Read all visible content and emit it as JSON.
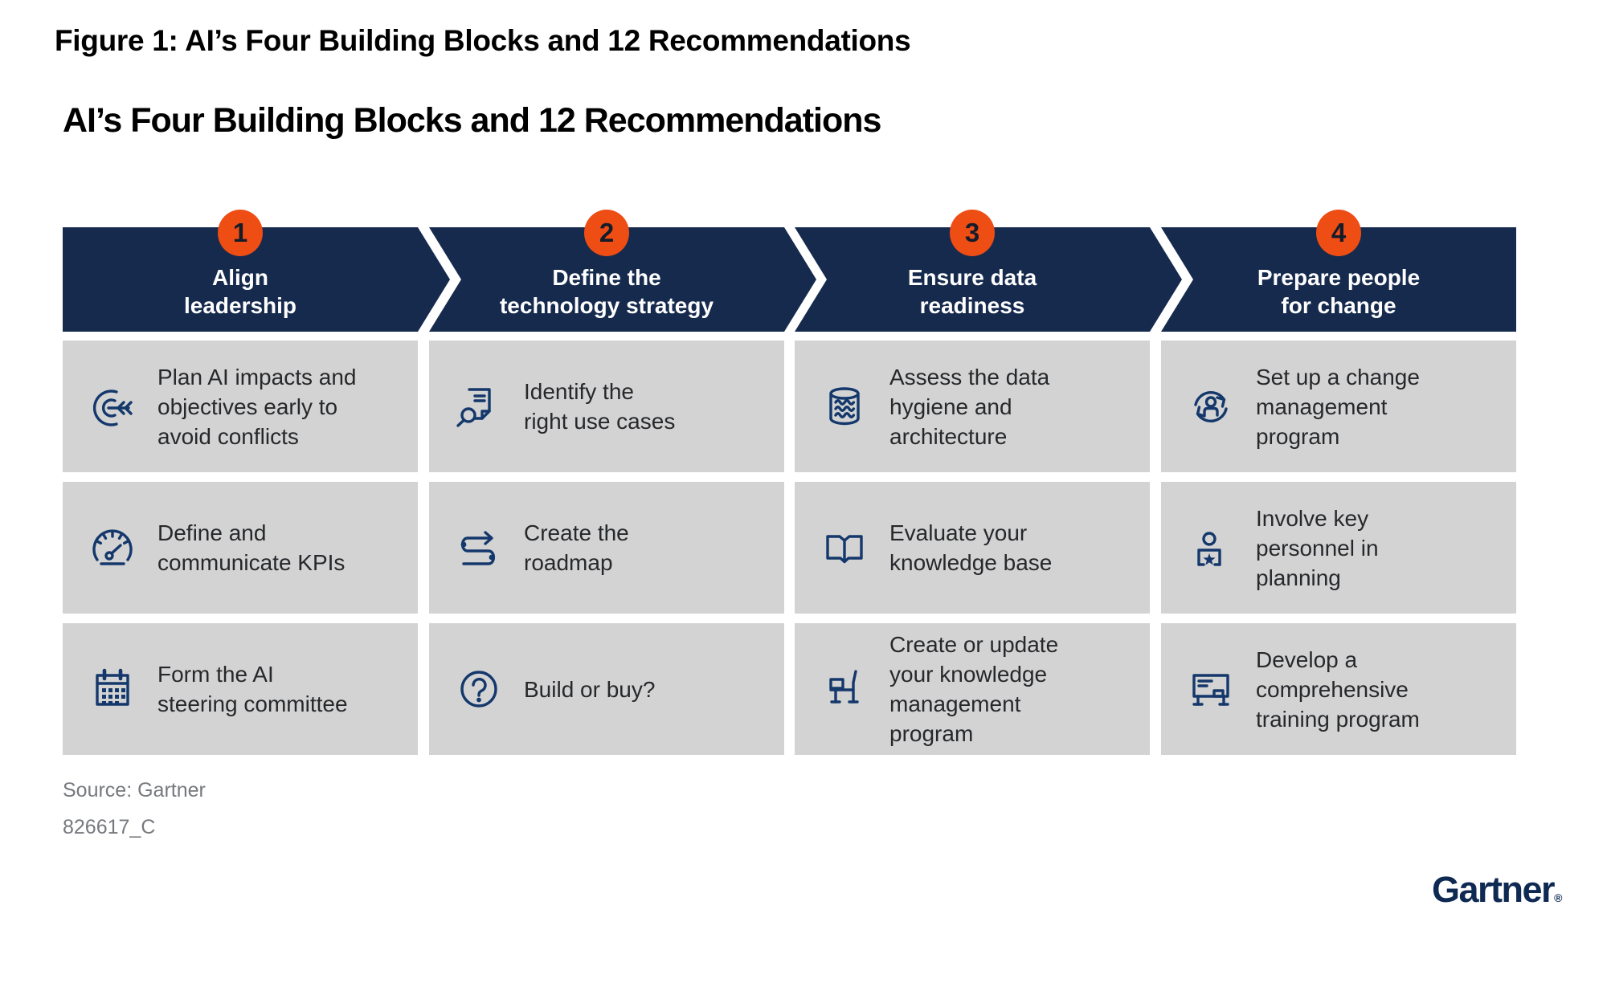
{
  "figure": {
    "eyebrow_title": "Figure 1: AI’s Four Building Blocks and 12 Recommendations",
    "title": "AI’s Four Building Blocks and 12 Recommendations",
    "source_note": "Source: Gartner",
    "document_id": "826617_C",
    "brand_logo": "Gartner",
    "registered_mark": "®"
  },
  "colors": {
    "header_navy": "#162a4e",
    "accent_orange": "#ee4d13",
    "number_text": "#131c2b",
    "cell_gray": "#d3d3d3",
    "icon_navy": "#14386b",
    "cell_text": "#26282b",
    "muted_gray": "#76797e",
    "logo_navy": "#0f2a52",
    "background": "#ffffff"
  },
  "columns": [
    {
      "number": "1",
      "title": "Align\nleadership",
      "cells": [
        {
          "icon": "target-arrow-icon",
          "text": "Plan AI impacts and\nobjectives early to\navoid conflicts"
        },
        {
          "icon": "gauge-icon",
          "text": "Define and\ncommunicate KPIs"
        },
        {
          "icon": "calendar-icon",
          "text": "Form the AI\nsteering committee"
        }
      ]
    },
    {
      "number": "2",
      "title": "Define the\ntechnology strategy",
      "cells": [
        {
          "icon": "document-search-icon",
          "text": "Identify the\nright use cases"
        },
        {
          "icon": "roadmap-arrow-icon",
          "text": "Create the\nroadmap"
        },
        {
          "icon": "question-circle-icon",
          "text": "Build or buy?"
        }
      ]
    },
    {
      "number": "3",
      "title": "Ensure data\nreadiness",
      "cells": [
        {
          "icon": "database-icon",
          "text": "Assess the data\nhygiene and\narchitecture"
        },
        {
          "icon": "open-book-icon",
          "text": "Evaluate your\nknowledge base"
        },
        {
          "icon": "cart-icon",
          "text": "Create or update\nyour knowledge\nmanagement\nprogram"
        }
      ]
    },
    {
      "number": "4",
      "title": "Prepare people\nfor change",
      "cells": [
        {
          "icon": "person-cycle-icon",
          "text": "Set up a change\nmanagement\nprogram"
        },
        {
          "icon": "person-star-icon",
          "text": "Involve key\npersonnel in\nplanning"
        },
        {
          "icon": "training-board-icon",
          "text": "Develop a\ncomprehensive\ntraining program"
        }
      ]
    }
  ]
}
